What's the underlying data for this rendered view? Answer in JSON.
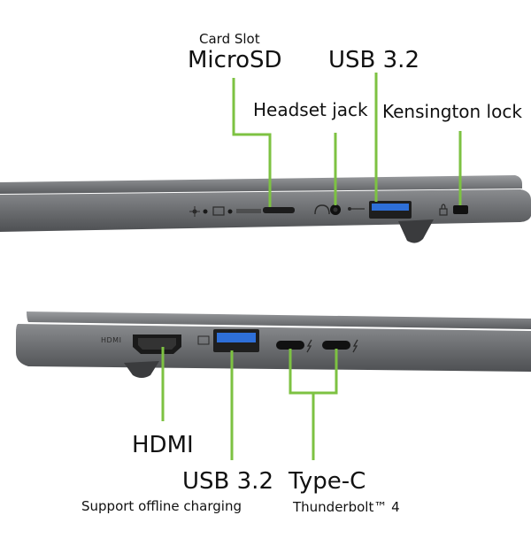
{
  "top_side": {
    "card_slot_caption": "Card Slot",
    "card_slot_name": "MicroSD",
    "headset_label": "Headset jack",
    "usb_label": "USB 3.2",
    "kensington_label": "Kensington lock"
  },
  "bottom_side": {
    "hdmi_port_marking": "HDMI",
    "hdmi_label": "HDMI",
    "usb_label": "USB 3.2",
    "usb_caption": "Support offline charging",
    "typec_label": "Type-C",
    "typec_caption": "Thunderbolt™ 4"
  },
  "colors": {
    "callout_green": "#7dc242",
    "chassis_grey": "#6d6f72",
    "usb_blue": "#2e6fd8"
  },
  "icons": [
    "light-icon",
    "battery-icon",
    "headset-icon",
    "usb-symbol-icon",
    "lock-icon",
    "thunderbolt-icon"
  ]
}
